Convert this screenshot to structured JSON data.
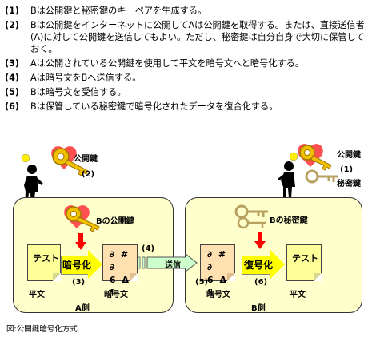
{
  "steps": [
    {
      "num": "(1)",
      "text": "Bは公開鍵と秘密鍵のキーペアを生成する。"
    },
    {
      "num": "(2)",
      "text": "Bは公開鍵をインターネットに公開してAは公開鍵を取得する。または、直接送信者(A)に対して公開鍵を送信してもよい。ただし、秘密鍵は自分自身で大切に保管しておく。"
    },
    {
      "num": "(3)",
      "text": "Aは公開されている公開鍵を使用して平文を暗号文へと暗号化する。"
    },
    {
      "num": "(4)",
      "text": "Aは暗号文をBへ送信する。"
    },
    {
      "num": "(5)",
      "text": "Bは暗号文を受信する。"
    },
    {
      "num": "(6)",
      "text": "Bは保管している秘密鍵で暗号化されたデータを復合化する。"
    }
  ],
  "diagram": {
    "public_key_label": "公開鍵",
    "step2_label": "(2)",
    "step1_label": "(1)",
    "secret_key_label": "秘密鍵",
    "b_public_key_label": "Bの公開鍵",
    "b_secret_key_label": "Bの秘密鍵",
    "plaintext_doc": "テスト",
    "encrypt_label": "暗号化",
    "decrypt_label": "復号化",
    "cipher_line1": "∂ # ∂",
    "cipher_line2": "6 Δ ¶",
    "step3_label": "(3)",
    "step4_label": "(4)",
    "step5_label": "(5)",
    "step6_label": "(6)",
    "send_label": "送信",
    "plaintext_label": "平文",
    "ciphertext_label": "暗号文",
    "side_a_label": "A側",
    "side_b_label": "B側"
  },
  "caption": "図:公開鍵暗号化方式",
  "colors": {
    "box_fill": "#ffffcc",
    "arrow_fill": "#ffff00",
    "down_arrow": "#ff0000",
    "send_arrow": "#ccffcc",
    "key_gold": "#f0c000",
    "heart": "#ff5050"
  }
}
